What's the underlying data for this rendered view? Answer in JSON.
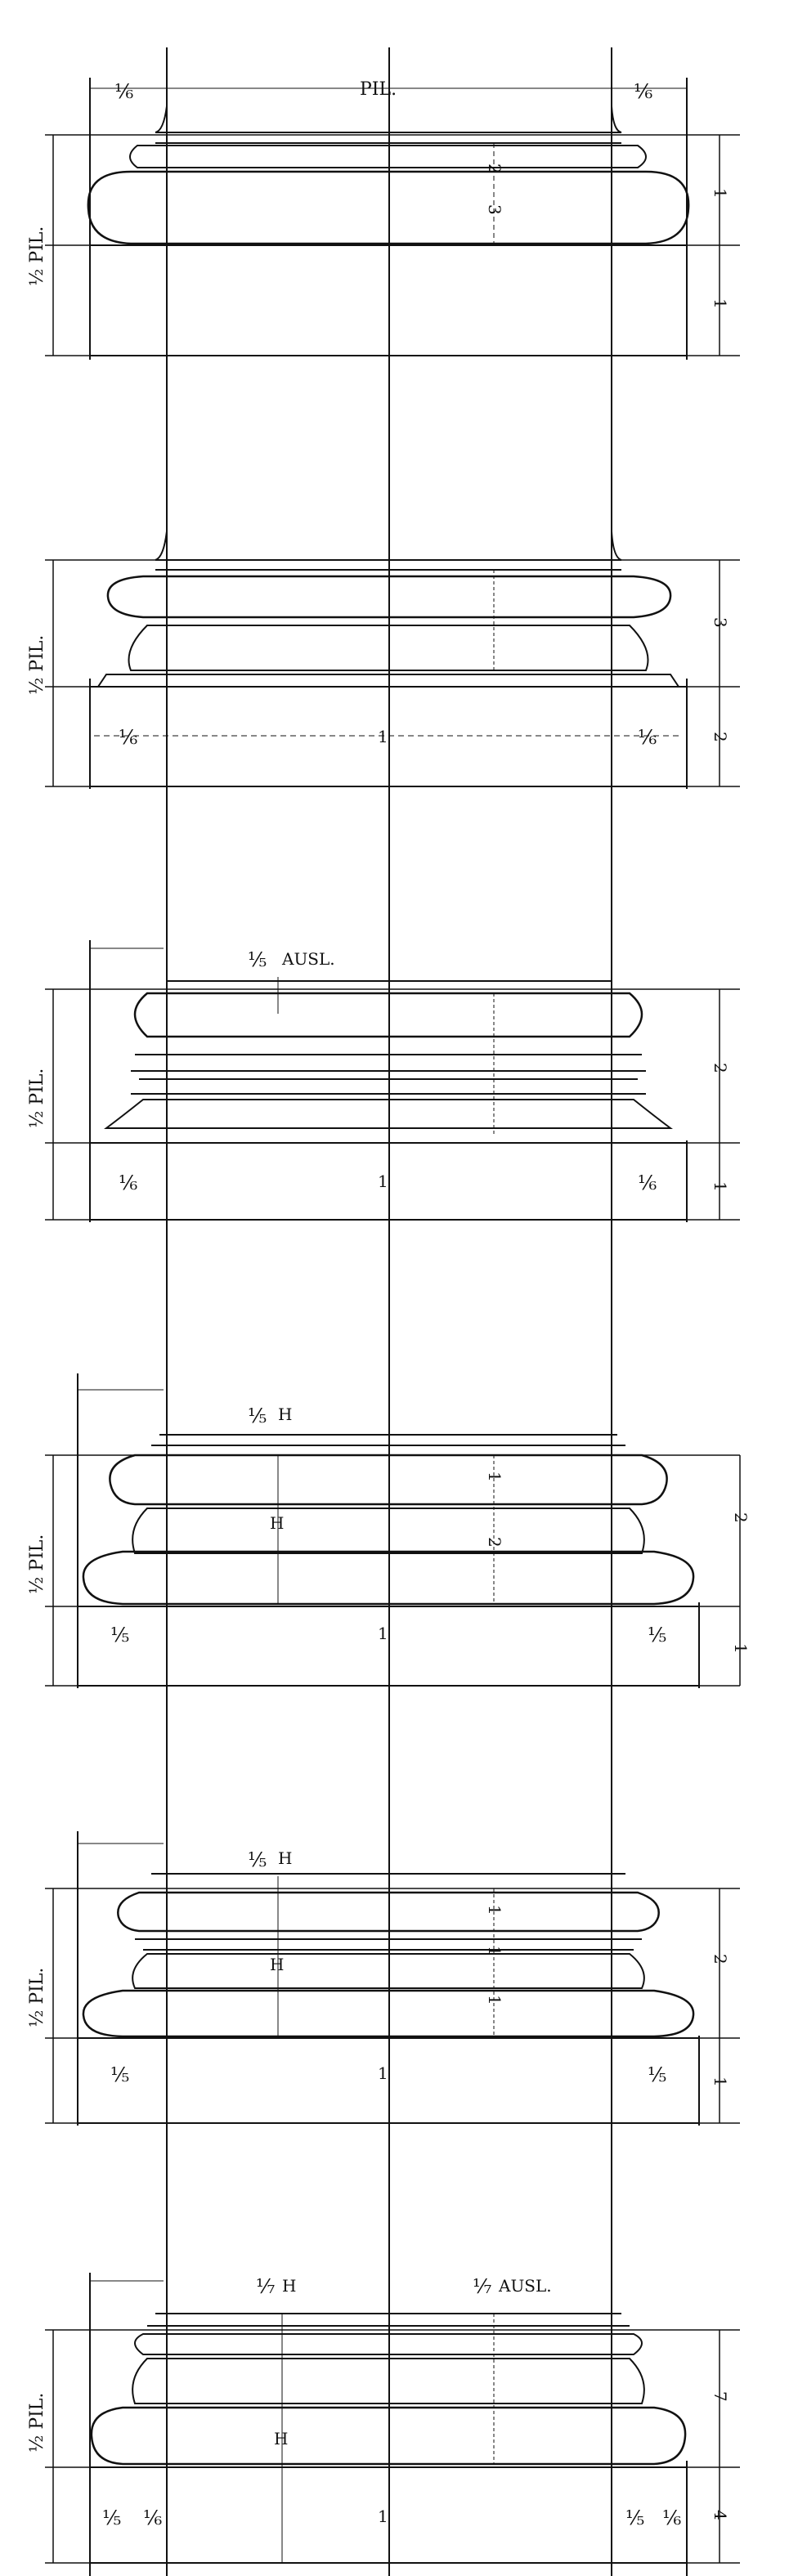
{
  "labels": {
    "pil": "PIL.",
    "half_pil": "½ PIL.",
    "ausl": "AUSL.",
    "h": "H",
    "one": "1",
    "two": "2",
    "three": "3",
    "four": "4",
    "seven": "7",
    "frac_sixth": "⅙",
    "frac_fifth": "⅕",
    "frac_seventh": "⅐"
  },
  "panels": [
    {
      "id": "base-1"
    },
    {
      "id": "base-2"
    },
    {
      "id": "base-3"
    },
    {
      "id": "base-4"
    },
    {
      "id": "base-5"
    },
    {
      "id": "base-6"
    }
  ]
}
